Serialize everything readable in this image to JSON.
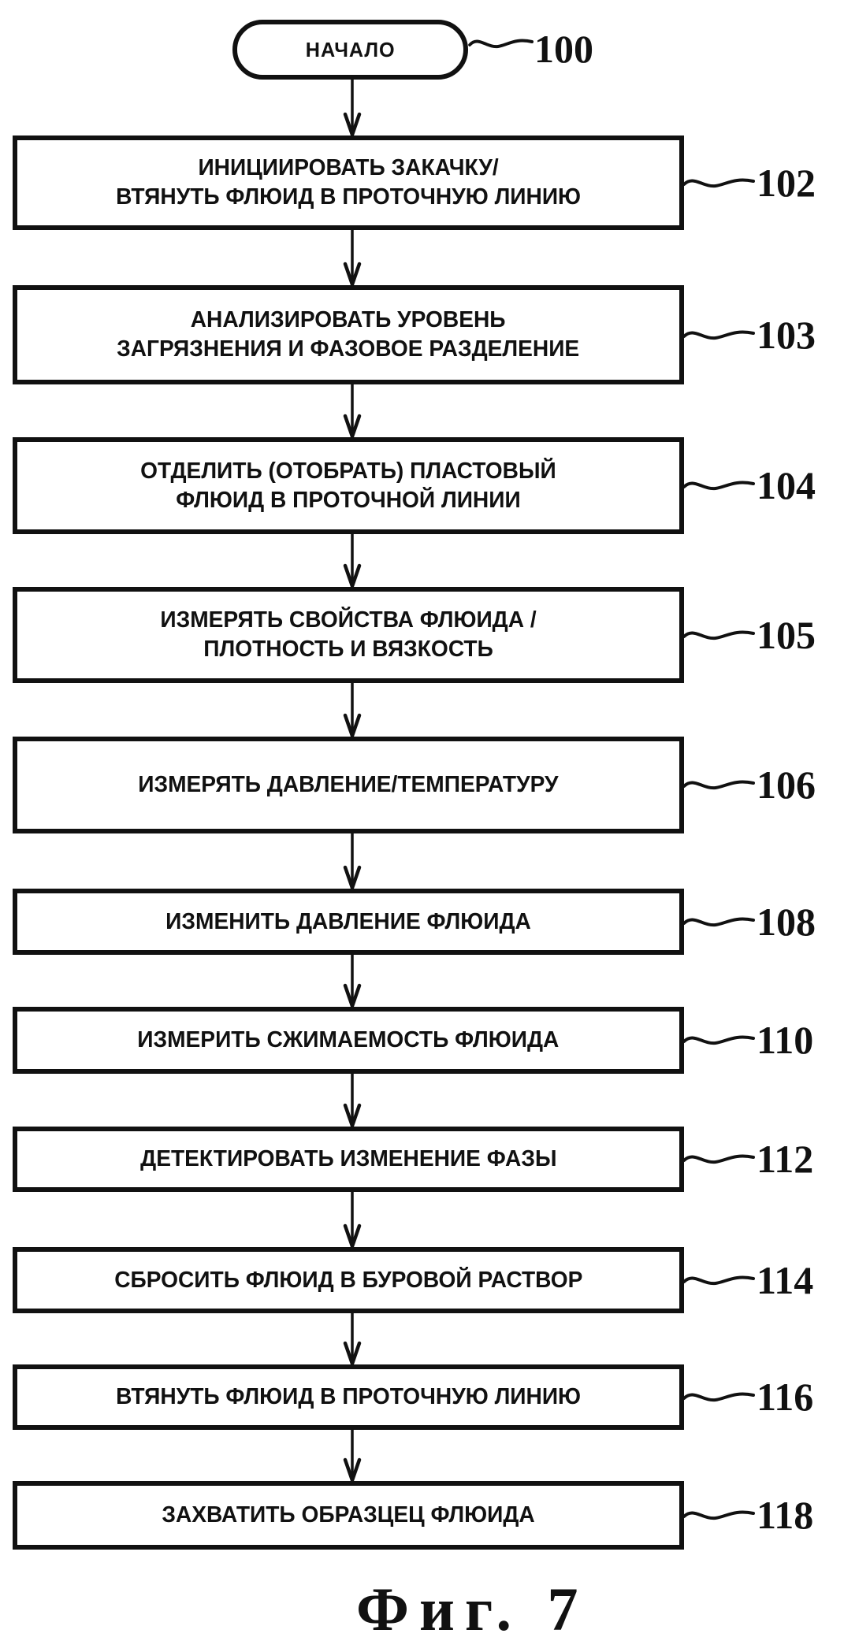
{
  "figure": {
    "ink_color": "#111111",
    "paper_color": "#ffffff",
    "start": {
      "label": "НАЧАЛО",
      "ref": "100"
    },
    "steps": [
      {
        "ref": "102",
        "text": "ИНИЦИИРОВАТЬ ЗАКАЧКУ/\nВТЯНУТЬ ФЛЮИД В ПРОТОЧНУЮ ЛИНИЮ"
      },
      {
        "ref": "103",
        "text": "АНАЛИЗИРОВАТЬ УРОВЕНЬ\nЗАГРЯЗНЕНИЯ И ФАЗОВОЕ РАЗДЕЛЕНИЕ"
      },
      {
        "ref": "104",
        "text": "ОТДЕЛИТЬ (ОТОБРАТЬ) ПЛАСТОВЫЙ\nФЛЮИД В ПРОТОЧНОЙ ЛИНИИ"
      },
      {
        "ref": "105",
        "text": "ИЗМЕРЯТЬ СВОЙСТВА ФЛЮИДА /\nПЛОТНОСТЬ И ВЯЗКОСТЬ"
      },
      {
        "ref": "106",
        "text": "ИЗМЕРЯТЬ ДАВЛЕНИЕ/ТЕМПЕРАТУРУ"
      },
      {
        "ref": "108",
        "text": "ИЗМЕНИТЬ ДАВЛЕНИЕ ФЛЮИДА"
      },
      {
        "ref": "110",
        "text": "ИЗМЕРИТЬ СЖИМАЕМОСТЬ ФЛЮИДА"
      },
      {
        "ref": "112",
        "text": "ДЕТЕКТИРОВАТЬ ИЗМЕНЕНИЕ ФАЗЫ"
      },
      {
        "ref": "114",
        "text": "СБРОСИТЬ ФЛЮИД В БУРОВОЙ РАСТВОР"
      },
      {
        "ref": "116",
        "text": "ВТЯНУТЬ ФЛЮИД В ПРОТОЧНУЮ ЛИНИЮ"
      },
      {
        "ref": "118",
        "text": "ЗАХВАТИТЬ ОБРАЗЦЕЦ ФЛЮИДА"
      }
    ],
    "caption": "Фиг. 7"
  }
}
